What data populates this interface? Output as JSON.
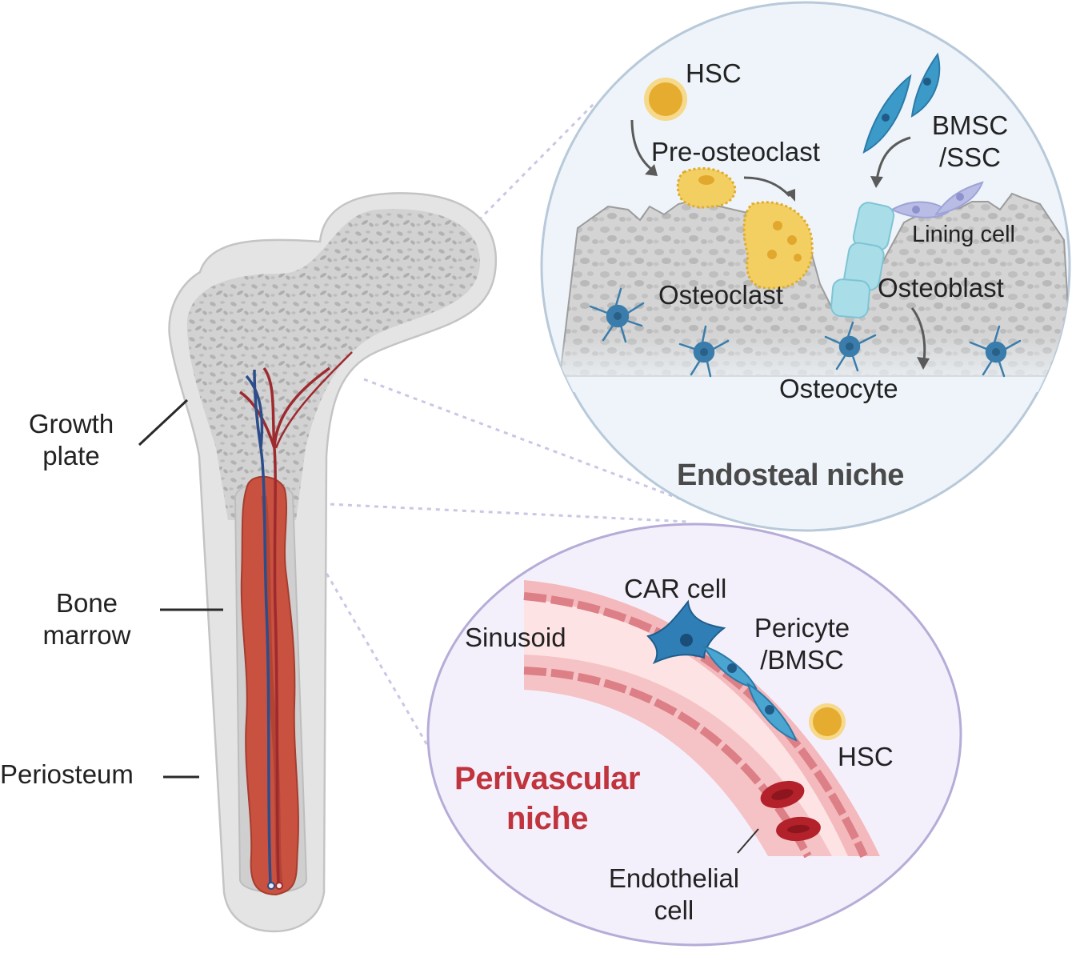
{
  "bone_labels": {
    "growth_plate": [
      "Growth",
      "plate"
    ],
    "bone_marrow": [
      "Bone",
      "marrow"
    ],
    "periosteum": "Periosteum"
  },
  "endosteal": {
    "title": "Endosteal niche",
    "hsc": "HSC",
    "pre_osteoclast": "Pre-osteoclast",
    "bmsc_ssc": [
      "BMSC",
      "/SSC"
    ],
    "lining_cell": "Lining cell",
    "osteoclast": "Osteoclast",
    "osteoblast": "Osteoblast",
    "osteocyte": "Osteocyte"
  },
  "perivascular": {
    "title": [
      "Perivascular",
      "niche"
    ],
    "car_cell": "CAR cell",
    "sinusoid": "Sinusoid",
    "pericyte_bmsc": [
      "Pericyte",
      "/BMSC"
    ],
    "hsc": "HSC",
    "endothelial_cell": [
      "Endothelial",
      "cell"
    ]
  },
  "colors": {
    "bone_outer": "#e3e3e3",
    "bone_spongy": "#c9c9c9",
    "marrow": "#c8513f",
    "endosteal_circle": "#eef4f9",
    "endosteal_border": "#b8c9da",
    "perivascular_circle": "#f4f0fb",
    "perivascular_border": "#b6acd8",
    "hsc_yellow": "#e5ac2f",
    "osteoclast_yellow": "#f3cf62",
    "bmsc_blue": "#3c9ac9",
    "osteoblast_cyan": "#a9dde8",
    "lining_lavender": "#b9bde6",
    "rbc_red": "#b3212b",
    "vessel_pink": "#f6c9cc"
  }
}
